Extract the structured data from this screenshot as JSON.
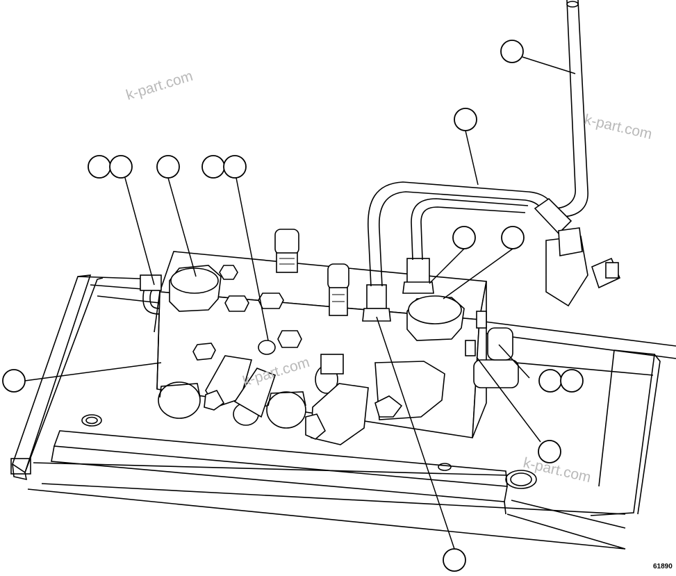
{
  "watermarks": [
    {
      "text": "k-part.com"
    },
    {
      "text": "k-part.com"
    },
    {
      "text": "k-part.com"
    },
    {
      "text": "k-part.com"
    }
  ],
  "figure_number": "61890",
  "callouts": [
    {
      "id": "c1"
    },
    {
      "id": "c2"
    },
    {
      "id": "c3"
    },
    {
      "id": "c4"
    },
    {
      "id": "c5"
    },
    {
      "id": "c6"
    },
    {
      "id": "c7"
    },
    {
      "id": "c8"
    },
    {
      "id": "c9"
    },
    {
      "id": "c10"
    },
    {
      "id": "c11"
    },
    {
      "id": "c12"
    },
    {
      "id": "c13"
    },
    {
      "id": "c14"
    },
    {
      "id": "c15"
    }
  ]
}
